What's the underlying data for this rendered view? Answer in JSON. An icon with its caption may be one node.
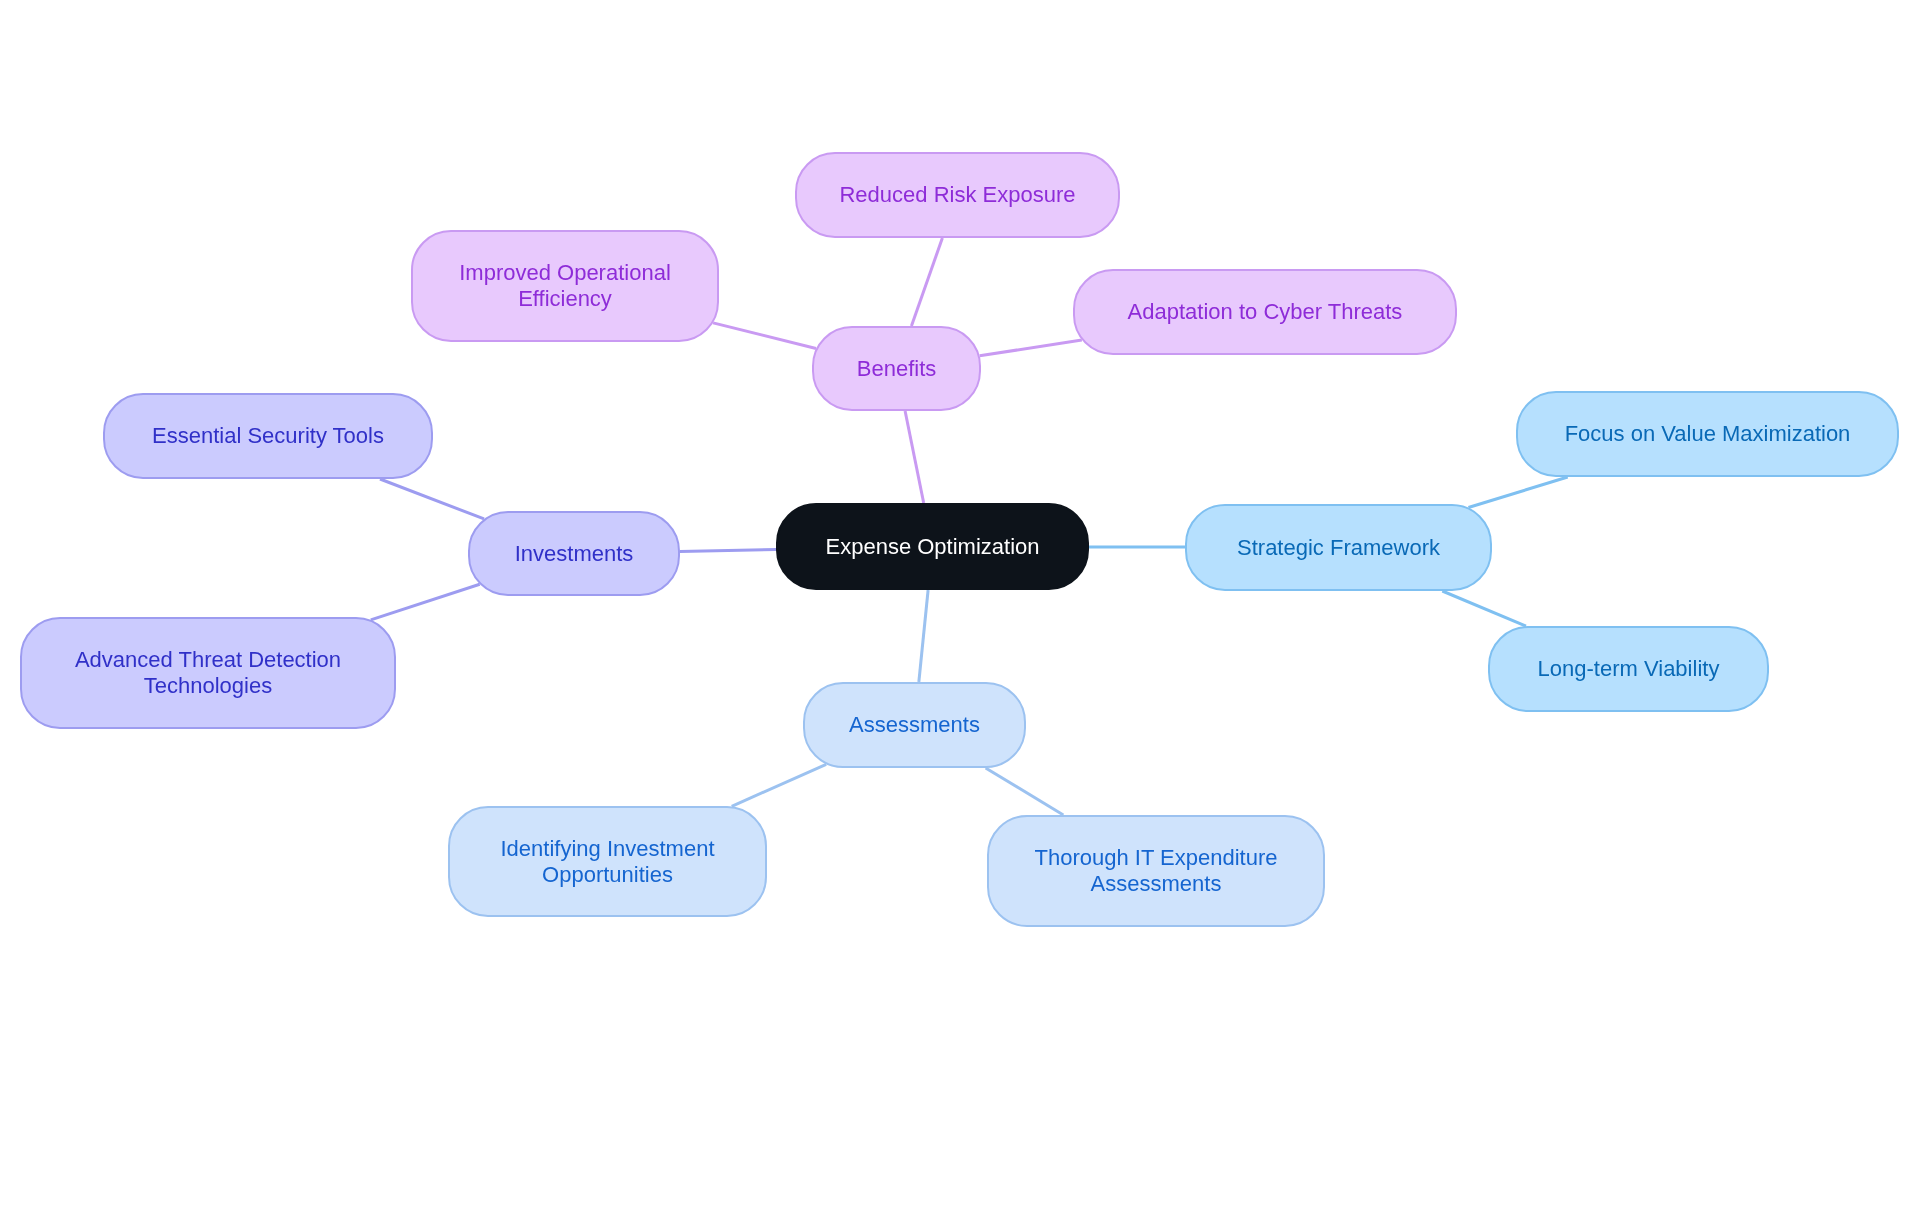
{
  "diagram": {
    "nodes": [
      {
        "text": [
          "Expense Optimization"
        ]
      },
      {
        "text": [
          "Benefits"
        ]
      },
      {
        "text": [
          "Reduced Risk Exposure"
        ]
      },
      {
        "text": [
          "Improved Operational Efficiency"
        ]
      },
      {
        "text": [
          "Adaptation to Cyber Threats"
        ]
      },
      {
        "text": [
          "Investments"
        ]
      },
      {
        "text": [
          "Essential Security Tools"
        ]
      },
      {
        "text": [
          "Advanced Threat Detection Technologies"
        ]
      },
      {
        "text": [
          "Assessments"
        ]
      },
      {
        "text": [
          "Identifying Investment Opportunities"
        ]
      },
      {
        "text": [
          "Thorough IT Expenditure Assessments"
        ]
      },
      {
        "text": [
          "Strategic Framework"
        ]
      },
      {
        "text": [
          "Focus on Value Maximization"
        ]
      },
      {
        "text": [
          "Long-term Viability"
        ]
      }
    ],
    "edges": [
      {
        "from": 0,
        "to": 1,
        "arrow": "none",
        "color": "#c99af2"
      },
      {
        "from": 1,
        "to": 2,
        "arrow": "none",
        "color": "#c99af2"
      },
      {
        "from": 1,
        "to": 3,
        "arrow": "none",
        "color": "#c99af2"
      },
      {
        "from": 1,
        "to": 4,
        "arrow": "none",
        "color": "#c99af2"
      },
      {
        "from": 0,
        "to": 5,
        "arrow": "none",
        "color": "#9d9cf0"
      },
      {
        "from": 5,
        "to": 6,
        "arrow": "none",
        "color": "#9d9cf0"
      },
      {
        "from": 5,
        "to": 7,
        "arrow": "none",
        "color": "#9d9cf0"
      },
      {
        "from": 0,
        "to": 8,
        "arrow": "none",
        "color": "#9cc2f0"
      },
      {
        "from": 8,
        "to": 9,
        "arrow": "none",
        "color": "#9cc2f0"
      },
      {
        "from": 8,
        "to": 10,
        "arrow": "none",
        "color": "#9cc2f0"
      },
      {
        "from": 0,
        "to": 11,
        "arrow": "none",
        "color": "#7fc0f1"
      },
      {
        "from": 11,
        "to": 12,
        "arrow": "none",
        "color": "#7fc0f1"
      },
      {
        "from": 11,
        "to": 13,
        "arrow": "none",
        "color": "#7fc0f1"
      }
    ]
  }
}
